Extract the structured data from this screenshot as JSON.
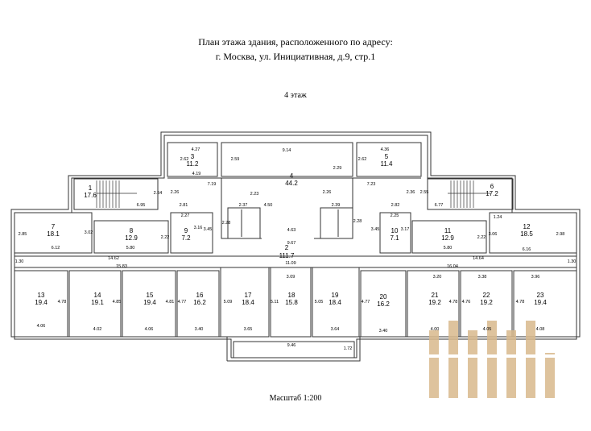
{
  "header": {
    "line1": "План этажа здания, расположенного по адресу:",
    "line2": "г. Москва, ул. Инициативная, д.9, стр.1",
    "floor": "4 этаж"
  },
  "footer": {
    "scale": "Масштаб 1:200"
  },
  "rooms": [
    {
      "no": "1",
      "area": "17.6"
    },
    {
      "no": "2",
      "area": "111.7"
    },
    {
      "no": "3",
      "area": "11.2"
    },
    {
      "no": "4",
      "area": "44.2"
    },
    {
      "no": "5",
      "area": "11.4"
    },
    {
      "no": "6",
      "area": "17.2"
    },
    {
      "no": "7",
      "area": "18.1"
    },
    {
      "no": "8",
      "area": "12.9"
    },
    {
      "no": "9",
      "area": "7.2"
    },
    {
      "no": "10",
      "area": "7.1"
    },
    {
      "no": "11",
      "area": "12.9"
    },
    {
      "no": "12",
      "area": "18.5"
    },
    {
      "no": "13",
      "area": "19.4"
    },
    {
      "no": "14",
      "area": "19.1"
    },
    {
      "no": "15",
      "area": "19.4"
    },
    {
      "no": "16",
      "area": "16.2"
    },
    {
      "no": "17",
      "area": "18.4"
    },
    {
      "no": "18",
      "area": "15.8"
    },
    {
      "no": "19",
      "area": "18.4"
    },
    {
      "no": "20",
      "area": "16.2"
    },
    {
      "no": "21",
      "area": "19.2"
    },
    {
      "no": "22",
      "area": "19.2"
    },
    {
      "no": "23",
      "area": "19.4"
    }
  ],
  "dimensions": [
    "4.27",
    "9.14",
    "4.36",
    "2.62",
    "2.59",
    "2.62",
    "4.19",
    "7.19",
    "2.29",
    "7.23",
    "2.54",
    "2.26",
    "2.23",
    "2.26",
    "2.36",
    "2.55",
    "6.95",
    "2.81",
    "2.37",
    "4.50",
    "2.39",
    "2.82",
    "6.77",
    "2.27",
    "2.25",
    "1.24",
    "2.85",
    "3.02",
    "3.16",
    "3.45",
    "2.28",
    "2.28",
    "3.45",
    "3.17",
    "3.06",
    "2.98",
    "2.22",
    "2.22",
    "6.12",
    "5.80",
    "4.63",
    "9.67",
    "5.80",
    "6.16",
    "14.62",
    "14.64",
    "1.30",
    "1.30",
    "15.83",
    "11.09",
    "16.04",
    "3.09",
    "3.20",
    "3.38",
    "3.96",
    "4.78",
    "4.85",
    "4.81",
    "4.77",
    "5.09",
    "5.11",
    "5.05",
    "4.77",
    "4.78",
    "4.76",
    "4.78",
    "4.06",
    "4.02",
    "4.06",
    "3.40",
    "3.65",
    "3.64",
    "3.40",
    "4.00",
    "4.05",
    "4.08",
    "9.46",
    "1.72"
  ]
}
